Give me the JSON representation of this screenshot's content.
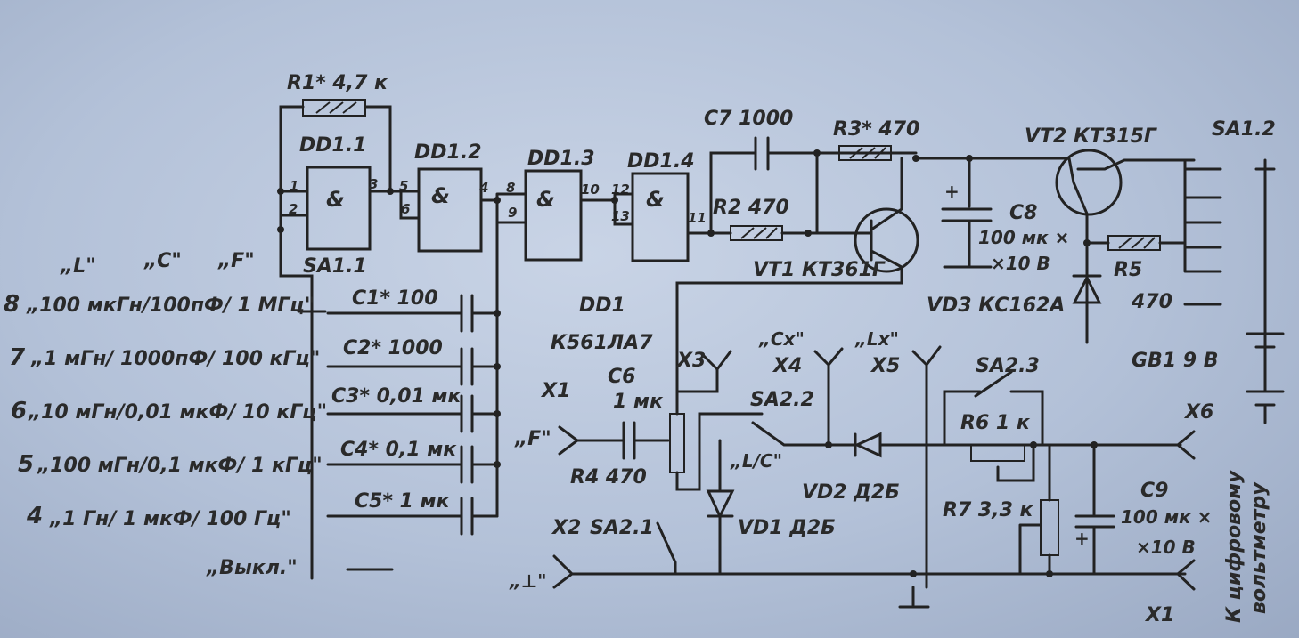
{
  "gates": {
    "g1": "DD1.1",
    "g2": "DD1.2",
    "g3": "DD1.3",
    "g4": "DD1.4",
    "sym": "&",
    "package": "DD1",
    "part": "К561ЛА7"
  },
  "pins": {
    "p1": "1",
    "p2": "2",
    "p3": "3",
    "p5": "5",
    "p6": "6",
    "p4": "4",
    "p8": "8",
    "p9": "9",
    "p10": "10",
    "p12": "12",
    "p13": "13",
    "p11": "11"
  },
  "resistors": {
    "r1": "R1* 4,7 к",
    "r2": "R2 470",
    "r3": "R3* 470",
    "r4": "R4 470",
    "r5": "R5",
    "r5_val": "470",
    "r6": "R6 1 к",
    "r7": "R7 3,3 к"
  },
  "capacitors": {
    "c1": "C1* 100",
    "c2": "C2* 1000",
    "c3": "C3* 0,01 мк",
    "c4": "C4* 0,1 мк",
    "c5": "C5* 1 мк",
    "c6": "C6",
    "c6_val": "1 мк",
    "c7": "C7 1000",
    "c8": "C8",
    "c8_v1": "100 мк ×",
    "c8_v2": "×10 В",
    "c9": "C9",
    "c9_v1": "100 мк ×",
    "c9_v2": "×10 В"
  },
  "transistors": {
    "vt1": "VT1 КТ361Г",
    "vt2": "VT2 КТ315Г"
  },
  "diodes": {
    "vd1": "VD1 Д2Б",
    "vd2": "VD2 Д2Б",
    "vd3": "VD3 КС162А"
  },
  "switches": {
    "sa11": "SA1.1",
    "sa12": "SA1.2",
    "sa21": "SA2.1",
    "sa22": "SA2.2",
    "sa23": "SA2.3",
    "lc": "„L/C\""
  },
  "connectors": {
    "x1": "X1",
    "x1f": "„F\"",
    "x2": "X2",
    "x2g": "„⊥\"",
    "x3": "X3",
    "x4": "X4",
    "x4l": "„Cx\"",
    "x5": "X5",
    "x5l": "„Lx\"",
    "x6": "X6",
    "x1b": "X1"
  },
  "battery": {
    "label": "GB1  9 В"
  },
  "columns": {
    "L": "„L\"",
    "C": "„C\"",
    "F": "„F\""
  },
  "ranges": [
    "„100 мкГн/100пФ/ 1 МГц\"",
    "„1 мГн/ 1000пФ/ 100 кГц\"",
    "„10 мГн/0,01 мкФ/ 10 кГц\"",
    "„100 мГн/0,1 мкФ/ 1 кГц\"",
    "„1 Гн/ 1 мкФ/ 100 Гц\"",
    "„Выкл.\""
  ],
  "margin_numbers": [
    "8",
    "7",
    "6",
    "5",
    "4"
  ],
  "voltmeter": {
    "line1": "К цифровому",
    "line2": "вольтметру"
  }
}
